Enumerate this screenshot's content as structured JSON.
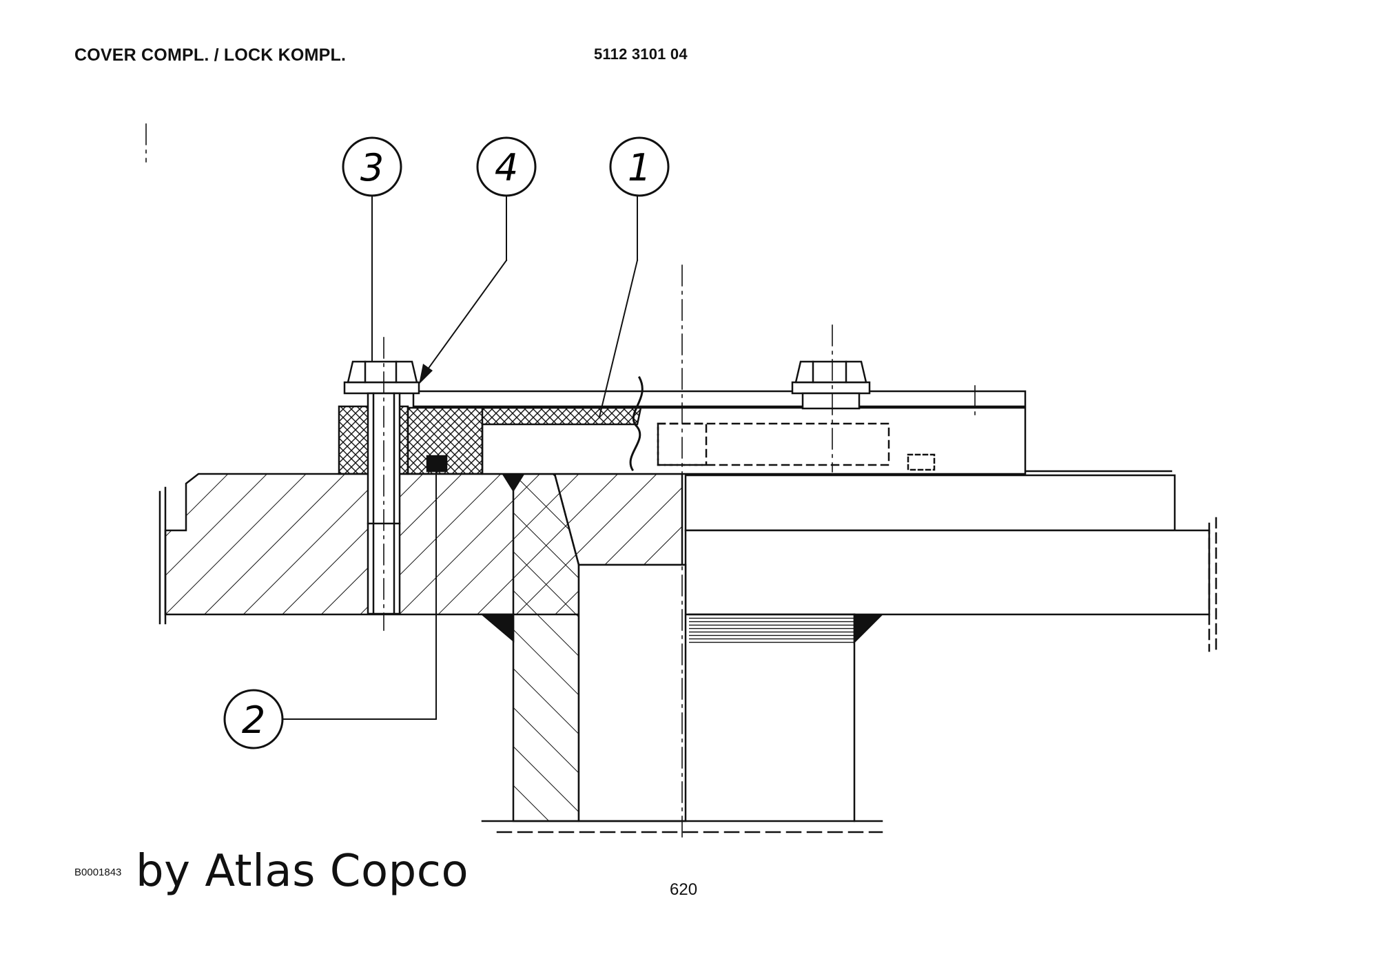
{
  "header": {
    "title": "COVER COMPL. / LOCK KOMPL.",
    "part_number": "5112 3101 04"
  },
  "callouts": [
    {
      "id": "callout-1",
      "label": "1"
    },
    {
      "id": "callout-2",
      "label": "2"
    },
    {
      "id": "callout-3",
      "label": "3"
    },
    {
      "id": "callout-4",
      "label": "4"
    }
  ],
  "footer": {
    "drawing_code": "B0001843",
    "brand": "by Atlas Copco",
    "page": "620"
  },
  "colors": {
    "line": "#111111",
    "background": "#ffffff"
  }
}
